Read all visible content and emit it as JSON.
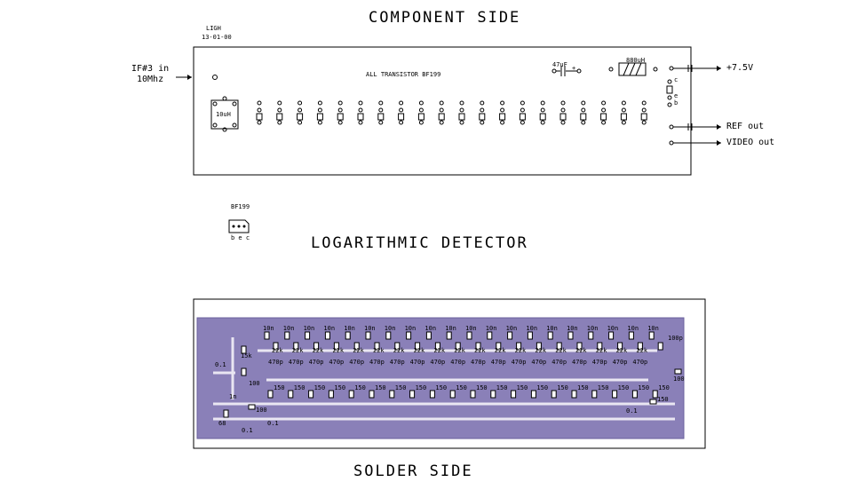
{
  "titles": {
    "component_side": "COMPONENT SIDE",
    "detector": "LOGARITHMIC DETECTOR",
    "solder_side": "SOLDER SIDE"
  },
  "header": {
    "author": "LIGH",
    "date": "13-01-00"
  },
  "component": {
    "input_label_1": "IF#3 in",
    "input_label_2": "10Mhz",
    "transistor_note": "ALL TRANSISTOR BF199",
    "coil_label": "10uH",
    "cap_label": "47uF",
    "cap_plus": "+",
    "inductor_label": "880uH",
    "supply_label": "+7.5V",
    "ref_label": "REF out",
    "video_label": "VIDEO out",
    "pin_c": "c",
    "pin_e": "e",
    "pin_b": "b"
  },
  "transistor": {
    "name": "BF199",
    "pins": "b e c"
  },
  "solder": {
    "top_caps": "10n",
    "res_22k": "22k",
    "cap_470p": "470p",
    "res_150": "150",
    "left_15k": "15k",
    "left_01": "0.1",
    "left_100": "100",
    "left_68": "68",
    "left_1n": "1n",
    "bottom_01a": "0.1",
    "bottom_100": "100",
    "bottom_01b": "0.1",
    "right_01": "0.1",
    "right_100": "100",
    "right_150": "150",
    "right_100p": "100p"
  }
}
